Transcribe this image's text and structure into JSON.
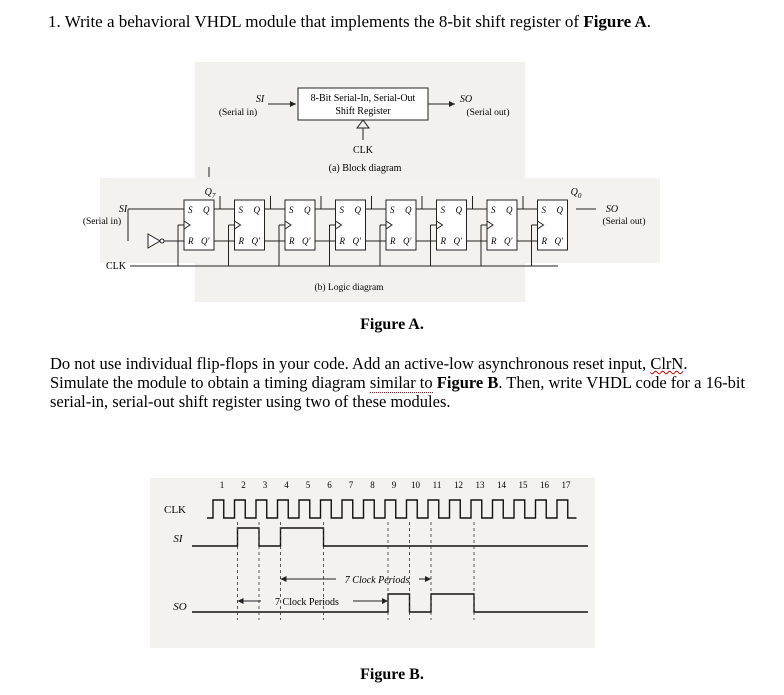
{
  "question": {
    "number": "1.",
    "text_before": "Write a behavioral VHDL module that implements the 8-bit shift register of ",
    "figure_ref": "Figure A",
    "text_after": "."
  },
  "figure_a": {
    "block_title_line1": "8-Bit Serial-In, Serial-Out",
    "block_title_line2": "Shift Register",
    "si_label": "SI",
    "si_sub": "(Serial in)",
    "so_label": "SO",
    "so_sub": "(Serial out)",
    "clk_label": "CLK",
    "caption_a": "(a) Block diagram",
    "q7_label": "Q",
    "q7_sub": "7",
    "q0_label": "Q",
    "q0_sub": "0",
    "ff_s": "S",
    "ff_q": "Q",
    "ff_r": "R",
    "ff_qn": "Q'",
    "caption_b": "(b) Logic diagram",
    "title": "Figure A."
  },
  "instructions": {
    "part1": "Do not use individual flip-flops in your code. Add an active-low asynchronous reset input, ",
    "clrn": "ClrN",
    "part2": ". Simulate the module to obtain a timing diagram ",
    "similar": "similar to",
    "part3": " ",
    "figure_b_ref": "Figure B",
    "part4": ". Then, write VHDL code for a 16-bit serial-in, serial-out shift register using two of these modules."
  },
  "figure_b": {
    "clk_label": "CLK",
    "si_label": "SI",
    "so_label": "SO",
    "cycle_numbers": [
      "1",
      "2",
      "3",
      "4",
      "5",
      "6",
      "7",
      "8",
      "9",
      "10",
      "11",
      "12",
      "13",
      "14",
      "15",
      "16",
      "17"
    ],
    "delay_label_upper": "7 Clock Periods",
    "delay_label_lower": "7 Clock Periods",
    "title": "Figure B."
  }
}
